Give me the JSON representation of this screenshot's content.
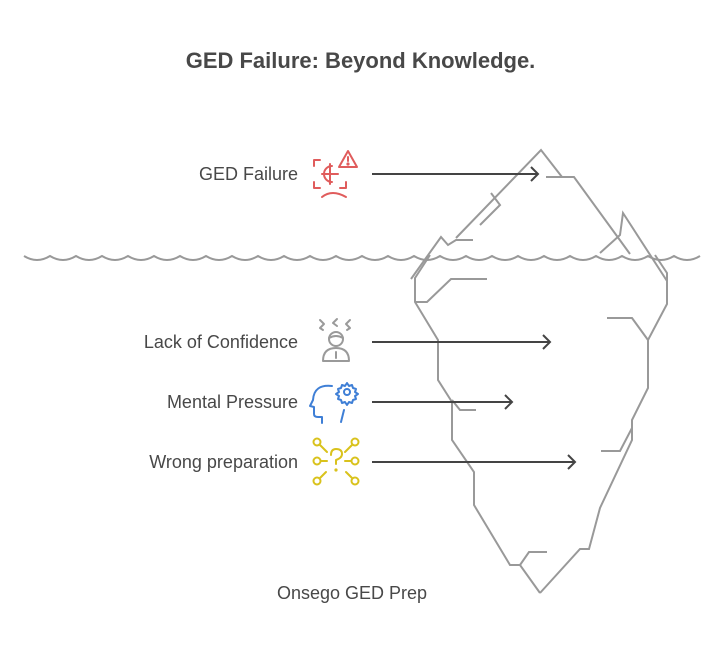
{
  "title": "GED Failure: Beyond Knowledge.",
  "items": [
    {
      "label": "GED Failure",
      "icon": "warning-failure-icon",
      "color": "#e05c5c"
    },
    {
      "label": "Lack of Confidence",
      "icon": "stressed-person-icon",
      "color": "#9a9a9a"
    },
    {
      "label": "Mental Pressure",
      "icon": "head-gear-icon",
      "color": "#3f7fd6"
    },
    {
      "label": "Wrong preparation",
      "icon": "question-network-icon",
      "color": "#d9c21c"
    }
  ],
  "footer": "Onsego GED Prep",
  "colors": {
    "iceberg": "#999999",
    "arrow": "#444444",
    "text": "#484848"
  }
}
